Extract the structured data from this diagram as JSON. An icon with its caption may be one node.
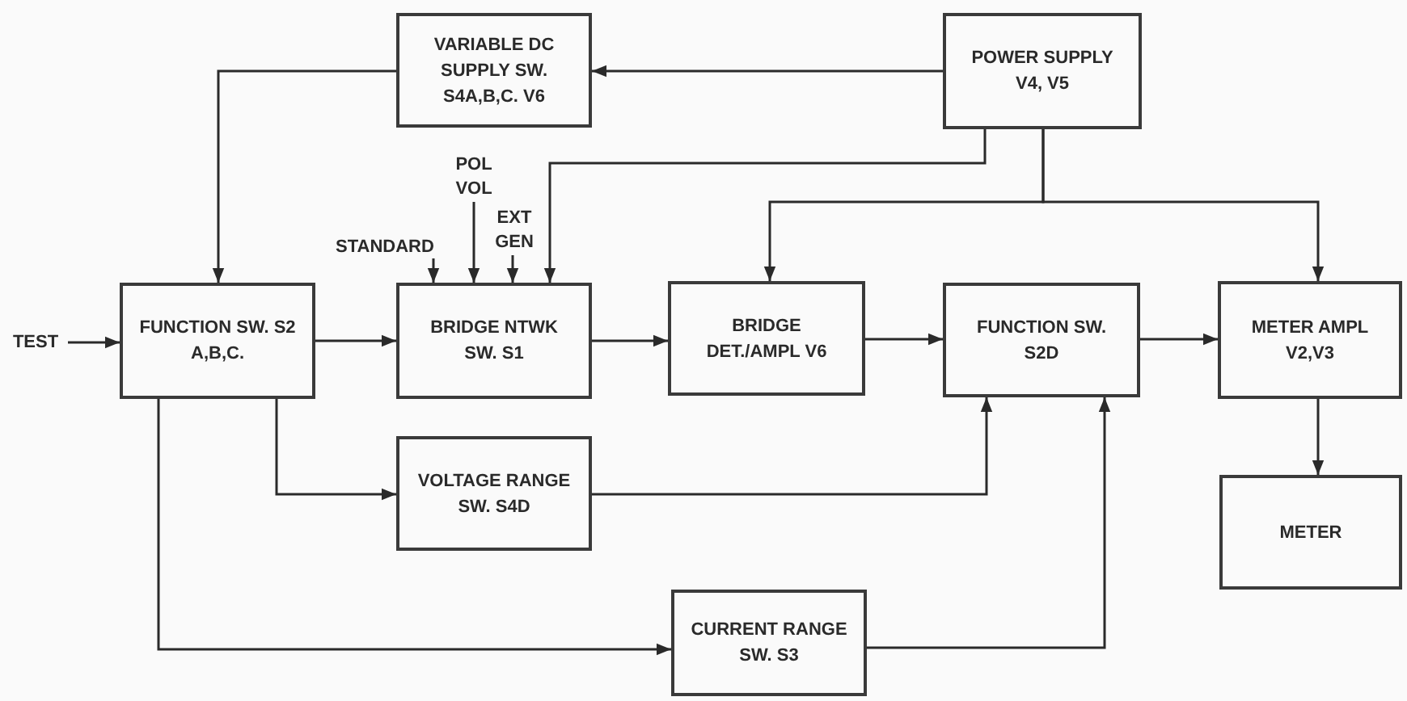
{
  "diagram": {
    "nodes": [
      {
        "text": [
          "VARIABLE DC SUPPLY SW. S4A,B,C. V6"
        ]
      },
      {
        "text": [
          "POWER SUPPLY V4, V5"
        ]
      },
      {
        "text": [
          "POL VOL"
        ]
      },
      {
        "text": [
          "EXT GEN"
        ]
      },
      {
        "text": [
          "STANDARD"
        ]
      },
      {
        "text": [
          "TEST"
        ]
      },
      {
        "text": [
          "FUNCTION SW. S2 A,B,C."
        ]
      },
      {
        "text": [
          "BRIDGE NTWK SW. S1"
        ]
      },
      {
        "text": [
          "BRIDGE DET./AMPL V6"
        ]
      },
      {
        "text": [
          "FUNCTION SW. S2D"
        ]
      },
      {
        "text": [
          "METER AMPL V2,V3"
        ]
      },
      {
        "text": [
          "VOLTAGE RANGE SW. S4D"
        ]
      },
      {
        "text": [
          "METER"
        ]
      },
      {
        "text": [
          "CURRENT RANGE SW. S3"
        ]
      }
    ],
    "edges": [
      {
        "from": 5,
        "to": 6,
        "arrow": "to"
      },
      {
        "from": 0,
        "to": 6,
        "arrow": "to"
      },
      {
        "from": 1,
        "to": 0,
        "arrow": "to"
      },
      {
        "from": 1,
        "to": 7,
        "arrow": "to"
      },
      {
        "from": 1,
        "to": 8,
        "arrow": "to"
      },
      {
        "from": 1,
        "to": 10,
        "arrow": "to"
      },
      {
        "from": 4,
        "to": 7,
        "arrow": "to"
      },
      {
        "from": 2,
        "to": 7,
        "arrow": "to"
      },
      {
        "from": 3,
        "to": 7,
        "arrow": "to"
      },
      {
        "from": 6,
        "to": 7,
        "arrow": "to"
      },
      {
        "from": 7,
        "to": 8,
        "arrow": "to"
      },
      {
        "from": 8,
        "to": 9,
        "arrow": "to"
      },
      {
        "from": 9,
        "to": 10,
        "arrow": "to"
      },
      {
        "from": 10,
        "to": 12,
        "arrow": "to"
      },
      {
        "from": 6,
        "to": 11,
        "arrow": "to"
      },
      {
        "from": 6,
        "to": 13,
        "arrow": "to"
      },
      {
        "from": 11,
        "to": 9,
        "arrow": "to"
      },
      {
        "from": 13,
        "to": 9,
        "arrow": "to"
      }
    ]
  }
}
